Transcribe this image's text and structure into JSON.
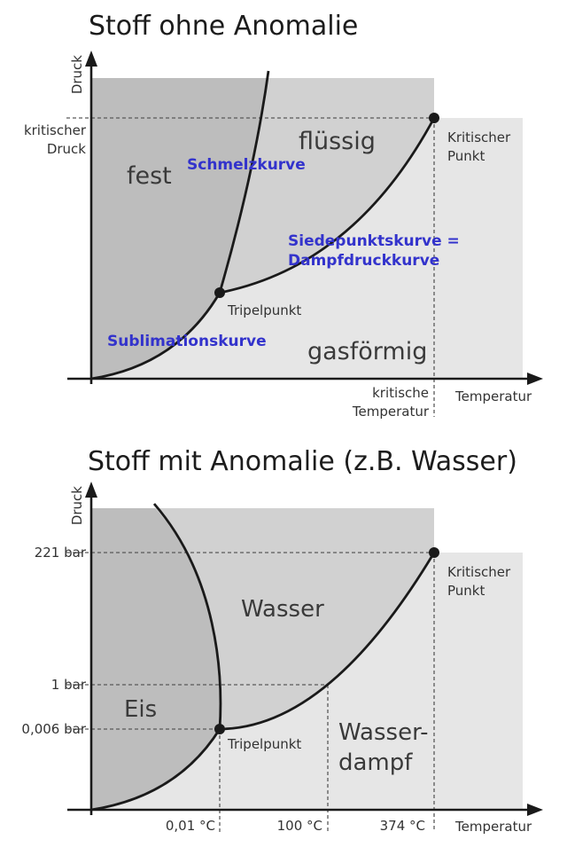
{
  "colors": {
    "axis": "#1a1a1a",
    "curve": "#1a1a1a",
    "dot": "#1a1a1a",
    "dashed": "#5a5a5a",
    "region_solid": "#bdbdbd",
    "region_liquid": "#d1d1d1",
    "region_gas": "#e6e6e6",
    "label_blue": "#3333cc",
    "text_dark": "#333333"
  },
  "top_diagram": {
    "title": "Stoff ohne Anomalie",
    "y_axis_label": "Druck",
    "x_axis_label": "Temperatur",
    "region_solid": "fest",
    "region_liquid": "flüssig",
    "region_gas": "gasförmig",
    "melting_curve_label": "Schmelzkurve",
    "boiling_curve_label": "Siedepunktskurve =\nDampfdruckkurve",
    "sublimation_curve_label": "Sublimationskurve",
    "triple_point_label": "Tripelpunkt",
    "critical_point_label": "Kritischer\nPunkt",
    "critical_pressure_label": "kritischer\nDruck",
    "critical_temperature_label": "kritische\nTemperatur"
  },
  "bottom_diagram": {
    "title": "Stoff mit Anomalie (z.B. Wasser)",
    "y_axis_label": "Druck",
    "x_axis_label": "Temperatur",
    "region_solid": "Eis",
    "region_liquid": "Wasser",
    "region_gas": "Wasser-\ndampf",
    "triple_point_label": "Tripelpunkt",
    "critical_point_label": "Kritischer\nPunkt",
    "pressure_ticks": [
      "221 bar",
      "1 bar",
      "0,006 bar"
    ],
    "temperature_ticks": [
      "0,01 °C",
      "100 °C",
      "374 °C"
    ]
  }
}
